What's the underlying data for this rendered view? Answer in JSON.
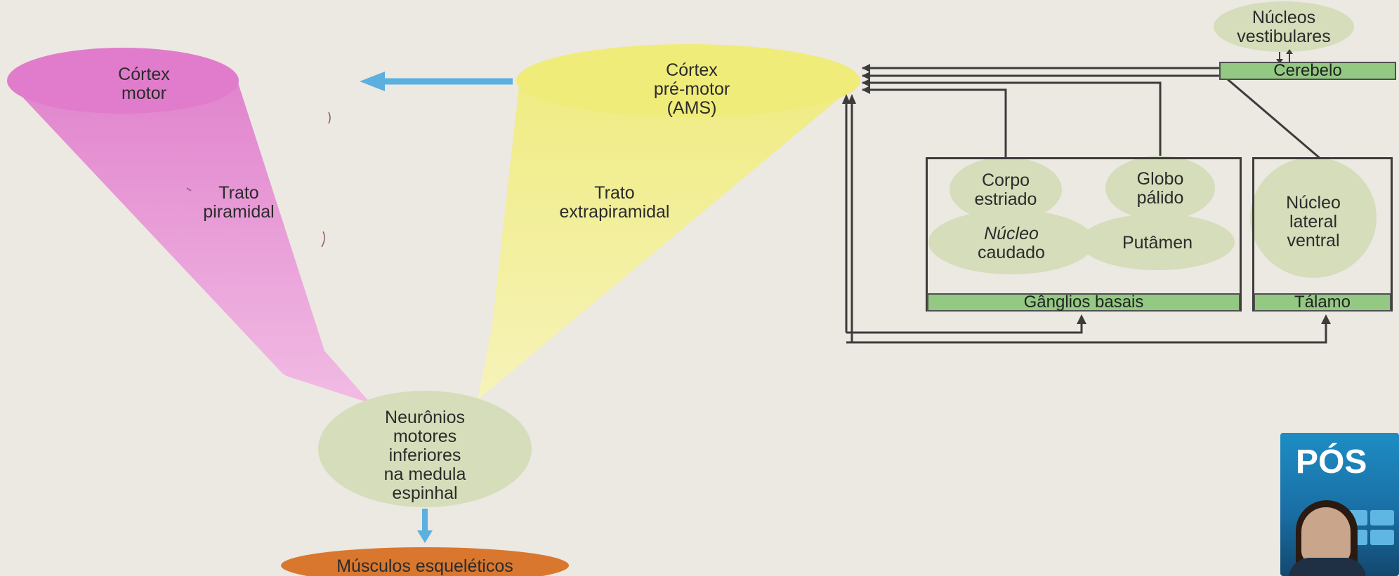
{
  "nodes": {
    "cortex_motor": "Córtex\nmotor",
    "trato_piramidal": "Trato\npiramidal",
    "cortex_premotor": "Córtex\npré-motor\n(AMS)",
    "trato_extrapiramidal": "Trato\nextrapiramidal",
    "neuronios": "Neurônios\nmotores\ninferiores\nna medula\nespinhal",
    "musculos": "Músculos esqueléticos",
    "nucleos_vestibulares": "Núcleos\nvestibulares",
    "cerebelo": "Cerebelo",
    "corpo_estriado": "Corpo\nestriado",
    "globo_palido": "Globo\npálido",
    "nucleo_caudado": "Núcleo\ncaudado",
    "putamen": "Putâmen",
    "ganglios_basais": "Gânglios basais",
    "nucleo_lateral_ventral": "Núcleo\nlateral\nventral",
    "talamo": "Tálamo"
  },
  "ad": {
    "title": "PÓS"
  },
  "colors": {
    "pyramidal_cone": "#e386cf",
    "extrapyramidal_cone": "#f3f090",
    "node_fill": "#d5ddba",
    "bar_fill": "#93c983",
    "arrow_blue": "#5bb0e0",
    "muscle_fill": "#d9772f",
    "line_dark": "#3c3c3c"
  }
}
